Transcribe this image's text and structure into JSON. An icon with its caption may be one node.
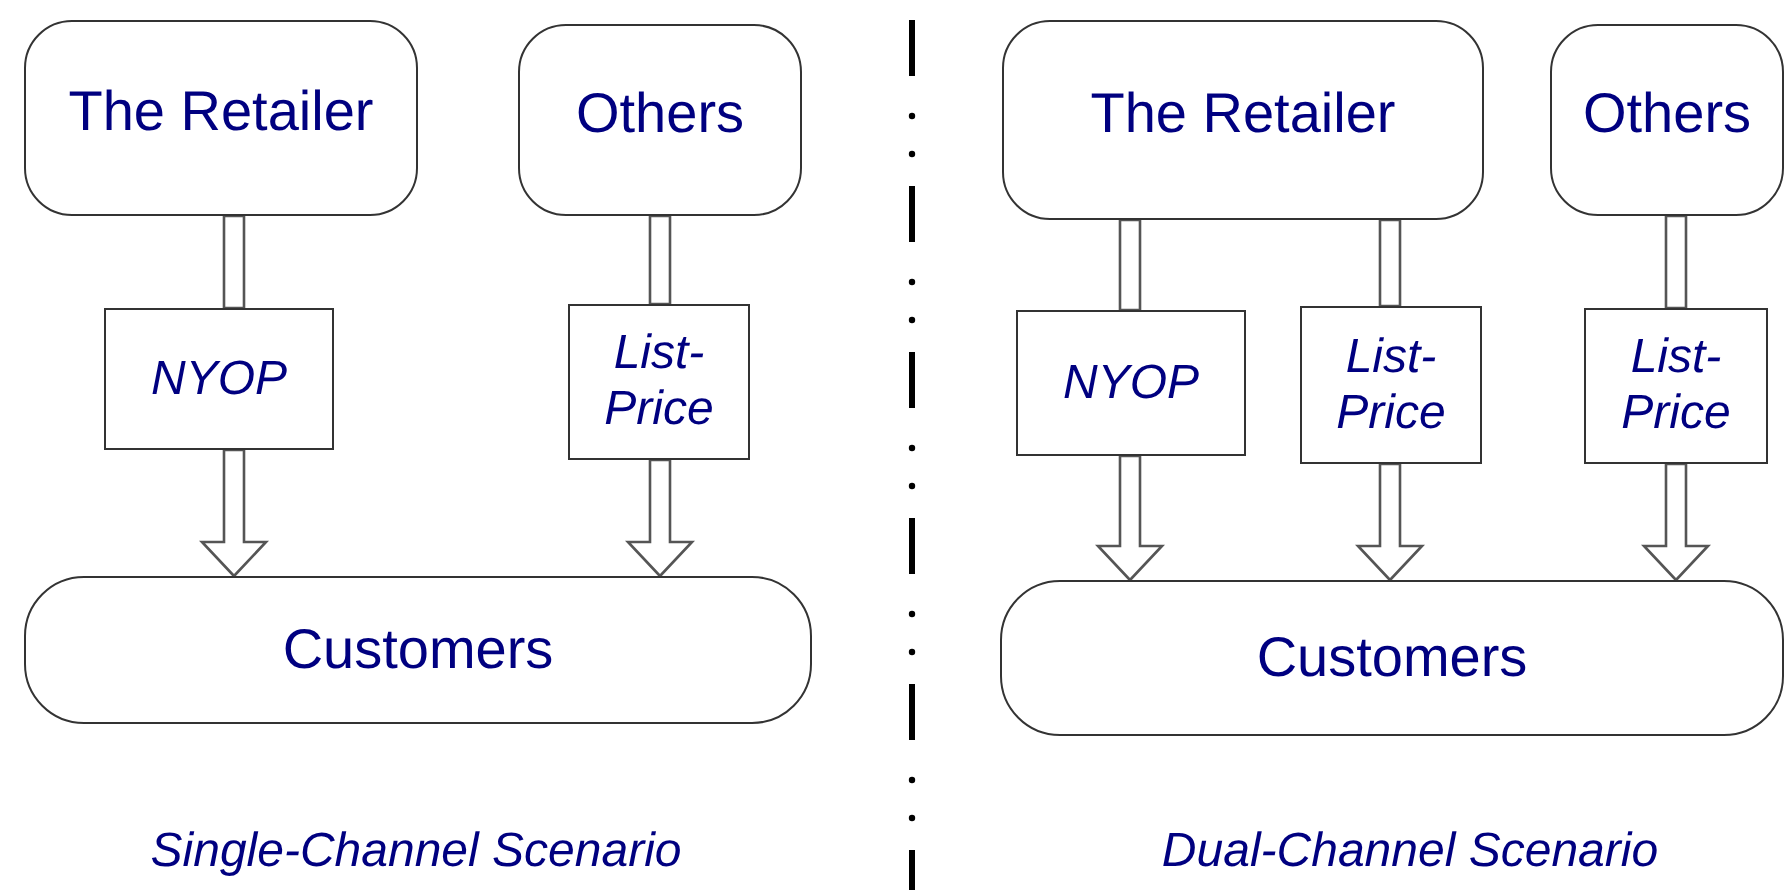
{
  "diagram": {
    "nodes": [
      {
        "text": [
          "The Retailer"
        ]
      },
      {
        "text": [
          "Others"
        ]
      },
      {
        "text": [
          "NYOP"
        ]
      },
      {
        "text": [
          "List-Price"
        ]
      },
      {
        "text": [
          "Customers"
        ]
      },
      {
        "text": [
          "The Retailer"
        ]
      },
      {
        "text": [
          "Others"
        ]
      },
      {
        "text": [
          "NYOP"
        ]
      },
      {
        "text": [
          "List-Price"
        ]
      },
      {
        "text": [
          "List-Price"
        ]
      },
      {
        "text": [
          "Customers"
        ]
      }
    ],
    "edges": [
      {
        "from": 0,
        "to": 2,
        "arrow": "none"
      },
      {
        "from": 2,
        "to": 4,
        "arrow": "to"
      },
      {
        "from": 1,
        "to": 3,
        "arrow": "none"
      },
      {
        "from": 3,
        "to": 4,
        "arrow": "to"
      },
      {
        "from": 5,
        "to": 7,
        "arrow": "none"
      },
      {
        "from": 7,
        "to": 10,
        "arrow": "to"
      },
      {
        "from": 5,
        "to": 8,
        "arrow": "none"
      },
      {
        "from": 8,
        "to": 10,
        "arrow": "to"
      },
      {
        "from": 6,
        "to": 9,
        "arrow": "none"
      },
      {
        "from": 9,
        "to": 10,
        "arrow": "to"
      }
    ],
    "labels": [
      "Single-Channel Scenario",
      "Dual-Channel Scenario"
    ]
  }
}
